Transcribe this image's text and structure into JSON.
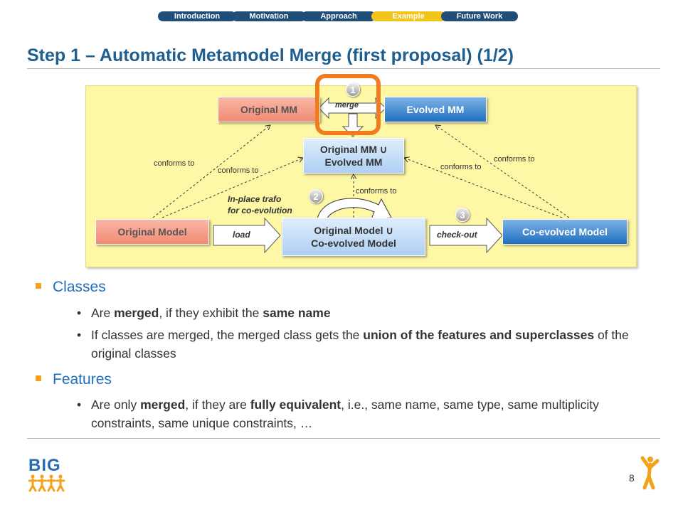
{
  "nav": {
    "items": [
      {
        "label": "Introduction"
      },
      {
        "label": "Motivation"
      },
      {
        "label": "Approach"
      },
      {
        "label": "Example"
      },
      {
        "label": "Future Work"
      }
    ],
    "active": "Example"
  },
  "title": "Step 1 – Automatic Metamodel Merge (first proposal) (1/2)",
  "diagram": {
    "original_mm": "Original MM",
    "evolved_mm": "Evolved MM",
    "merged_mm_line1": "Original MM ",
    "merged_mm_symbol": "∪",
    "merged_mm_line2": "Evolved MM",
    "original_model": "Original Model",
    "merged_model_line1": "Original Model ",
    "merged_model_symbol": "∪",
    "merged_model_line2": "Co-evolved Model",
    "coevolved_model": "Co-evolved Model",
    "merge_label": "merge",
    "load_label": "load",
    "checkout_label": "check-out",
    "trafo_line1": "In-place trafo",
    "trafo_line2": "for co-evolution",
    "conforms_to": "conforms to",
    "badge1": "1",
    "badge2": "2",
    "badge3": "3"
  },
  "bullets": {
    "classes": {
      "heading": "Classes",
      "item1": {
        "pre": "Are ",
        "b1": "merged",
        "mid": ", if they exhibit the ",
        "b2": "same name"
      },
      "item2": {
        "pre": "If classes are merged, the merged class gets the ",
        "b1": "union of the features and superclasses",
        "post": " of the original classes"
      }
    },
    "features": {
      "heading": "Features",
      "item1": {
        "pre": "Are only ",
        "b1": "merged",
        "mid": ", if they are ",
        "b2": "fully equivalent",
        "post": ", i.e., same name, same type, same multiplicity constraints, same unique constraints,  …"
      }
    }
  },
  "footer": {
    "logo_text": "BIG",
    "page_number": "8"
  },
  "colors": {
    "accent_blue": "#1f5f8f",
    "highlight_orange": "#f07c1f",
    "panel_yellow": "#fdf7a6"
  }
}
